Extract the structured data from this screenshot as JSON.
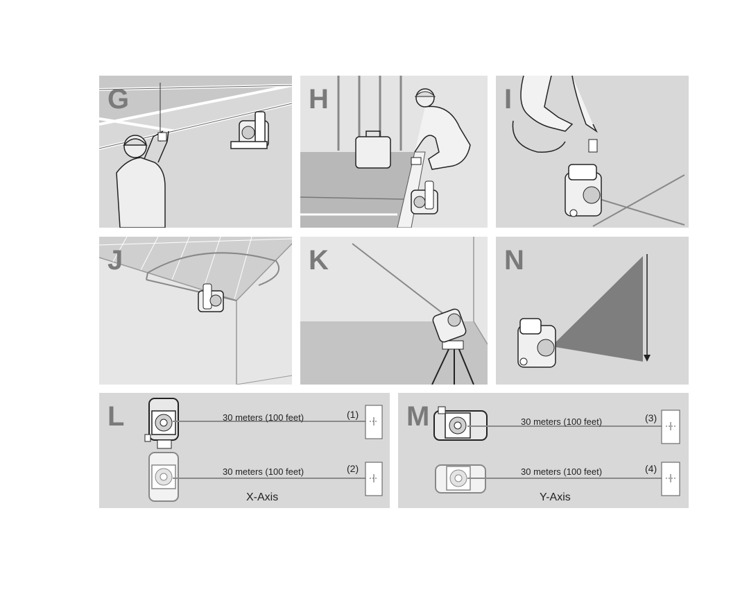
{
  "panels": {
    "g": {
      "letter": "G"
    },
    "h": {
      "letter": "H"
    },
    "i": {
      "letter": "I"
    },
    "j": {
      "letter": "J"
    },
    "k": {
      "letter": "K"
    },
    "n": {
      "letter": "N"
    },
    "l": {
      "letter": "L",
      "distance_top": "30 meters (100 feet)",
      "marker_top": "(1)",
      "distance_bottom": "30 meters (100 feet)",
      "marker_bottom": "(2)",
      "axis_label": "X-Axis"
    },
    "m": {
      "letter": "M",
      "distance_top": "30 meters (100 feet)",
      "marker_top": "(3)",
      "distance_bottom": "30 meters (100 feet)",
      "marker_bottom": "(4)",
      "axis_label": "Y-Axis"
    }
  },
  "colors": {
    "panel_bg": "#d8d8d8",
    "letter": "#7a7a7a",
    "beam": "#8a8a8a",
    "line": "#333333"
  }
}
